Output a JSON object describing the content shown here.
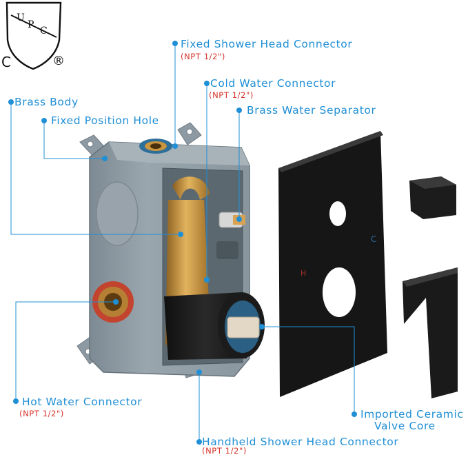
{
  "upc_mark": {
    "letters": [
      "U",
      "P",
      "C"
    ],
    "left_letter": "C",
    "registered": "®"
  },
  "callouts": {
    "fixed_shower_head": {
      "label": "Fixed Shower Head Connector",
      "sub": "(NPT 1/2\")"
    },
    "cold_water": {
      "label": "Cold Water Connector",
      "sub": "(NPT 1/2\")"
    },
    "brass_body": {
      "label": "Brass Body"
    },
    "brass_separator": {
      "label": "Brass Water Separator"
    },
    "fixed_position_hole": {
      "label": "Fixed Position Hole"
    },
    "hot_water": {
      "label": "Hot Water Connector",
      "sub": "(NPT 1/2\")"
    },
    "ceramic_core": {
      "label_line1": "Imported Ceramic",
      "label_line2": "Valve Core"
    },
    "handheld": {
      "label": "Handheld Shower Head Connector",
      "sub": "(NPT 1/2\")"
    }
  },
  "plate_marks": {
    "cold": "C",
    "hot": "H"
  },
  "colors": {
    "callout_blue": "#1f8fd6",
    "npt_red": "#d6322a",
    "box_grey": "#8e9aa3",
    "brass": "#c9953e",
    "matte_black": "#1c1c1c"
  }
}
